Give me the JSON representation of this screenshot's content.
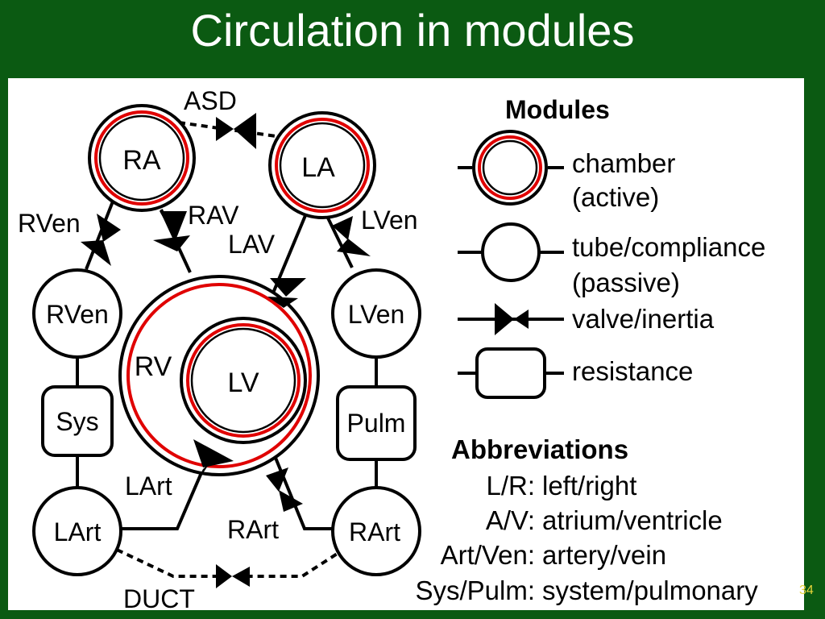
{
  "title": "Circulation in modules",
  "page_number": "34",
  "colors": {
    "background": "#0b5a12",
    "panel": "#ffffff",
    "chamber_ring": "#e00000",
    "page_number": "#e8d53a"
  },
  "diagram": {
    "nodes": {
      "ra": "RA",
      "la": "LA",
      "rv": "RV",
      "lv": "LV",
      "rven": "RVen",
      "lven": "LVen",
      "sys": "Sys",
      "pulm": "Pulm",
      "lart": "LArt",
      "rart": "RArt"
    },
    "valves": {
      "asd": "ASD",
      "rav": "RAV",
      "lav": "LAV",
      "rven": "RVen",
      "lven": "LVen",
      "lart": "LArt",
      "rart": "RArt",
      "duct": "DUCT"
    }
  },
  "legend": {
    "heading": "Modules",
    "chamber_1": "chamber",
    "chamber_2": "(active)",
    "tube_1": "tube/compliance",
    "tube_2": "(passive)",
    "valve": "valve/inertia",
    "resistance": "resistance"
  },
  "abbreviations": {
    "heading": "Abbreviations",
    "items": [
      {
        "key": "L/R:",
        "value": "left/right"
      },
      {
        "key": "A/V:",
        "value": "atrium/ventricle"
      },
      {
        "key": "Art/Ven:",
        "value": "artery/vein"
      },
      {
        "key": "Sys/Pulm:",
        "value": "system/pulmonary"
      }
    ]
  }
}
